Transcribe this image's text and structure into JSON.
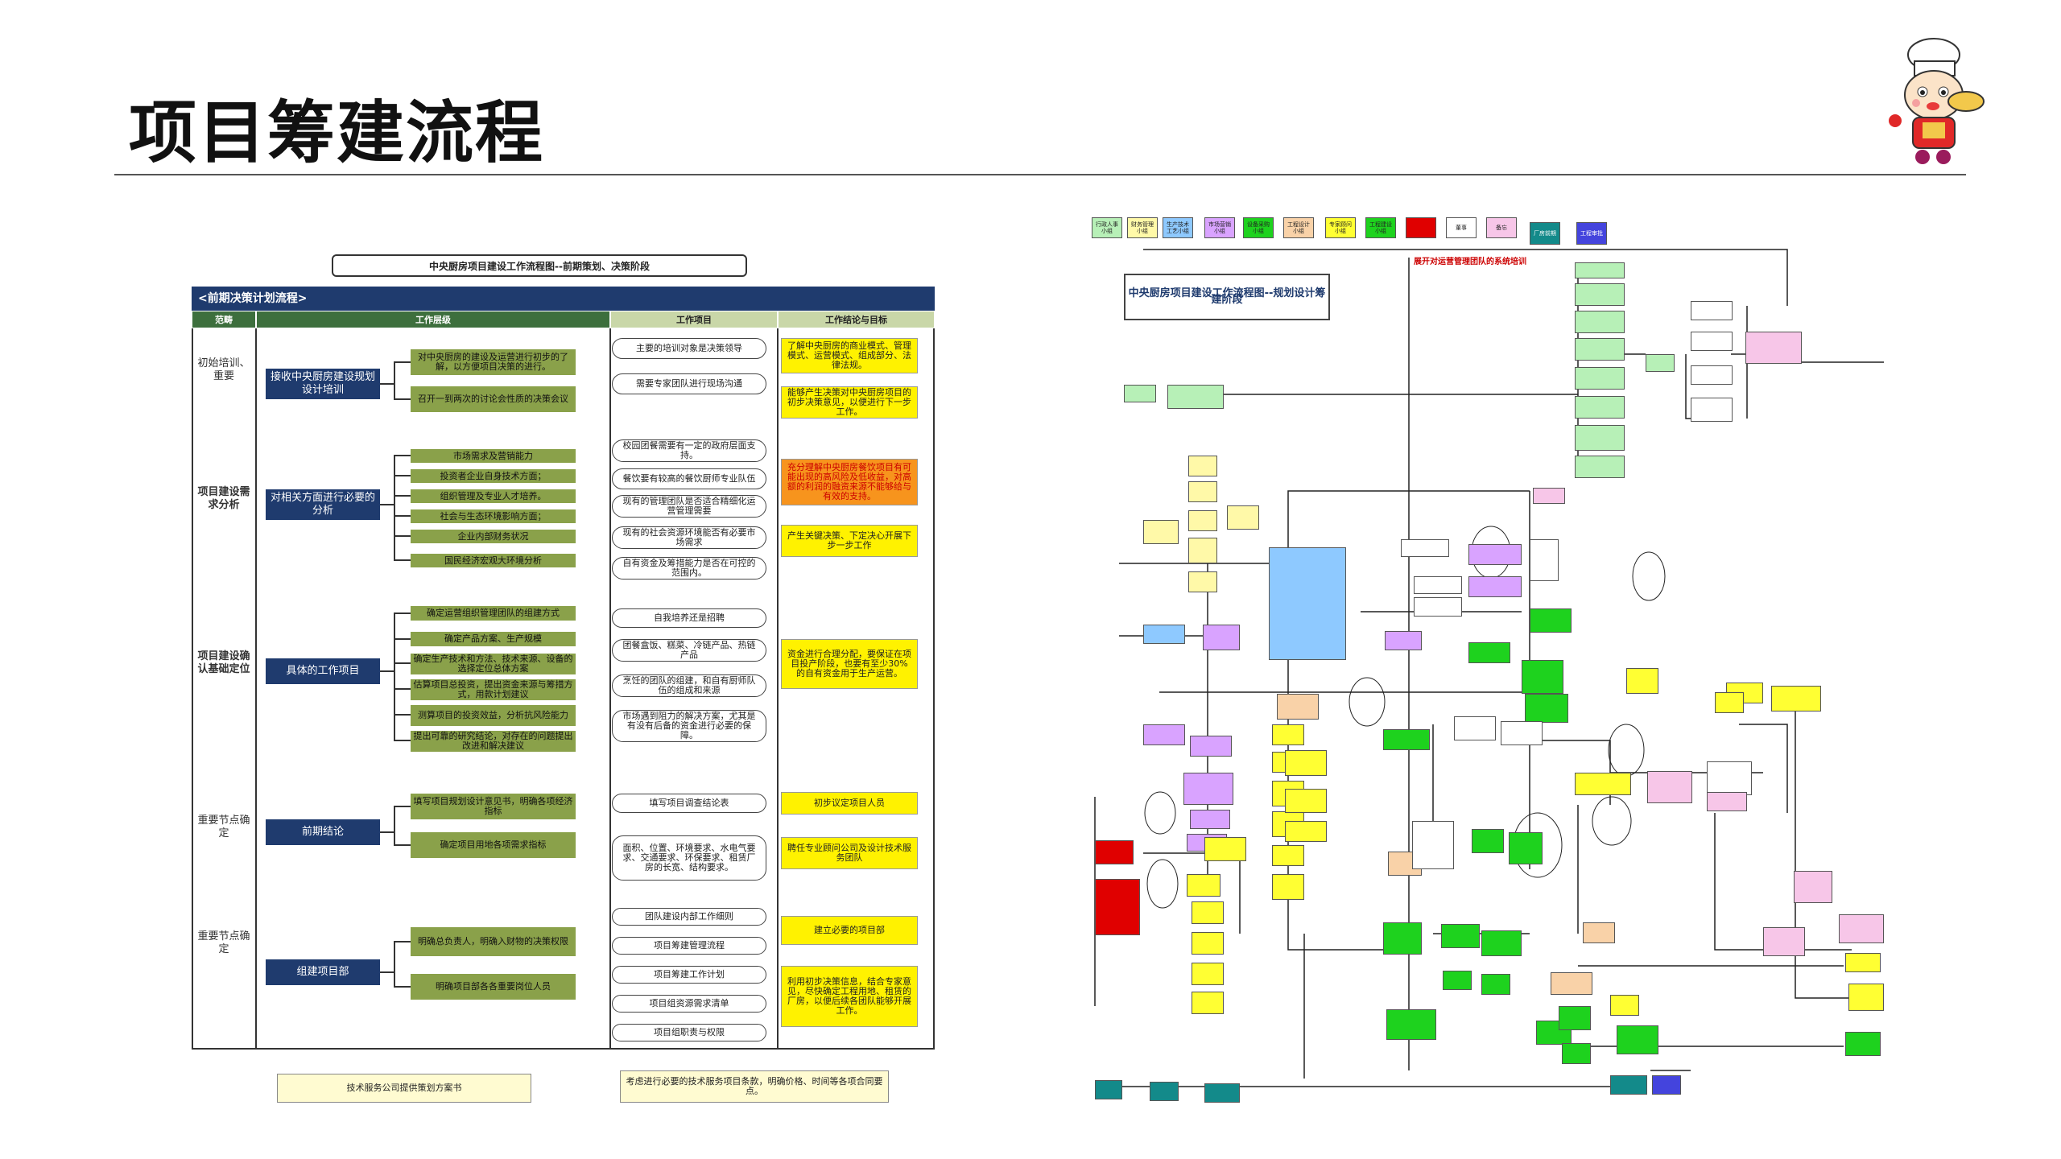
{
  "page": {
    "title": "项目筹建流程"
  },
  "left": {
    "title": "中央厨房项目建设工作流程图--前期策划、决策阶段",
    "section_bar": "<前期决策计划流程>",
    "headers": [
      "范畴",
      "工作层级",
      "工作项目",
      "工作结论与目标"
    ],
    "categories": [
      "初始培训、重要",
      "项目建设需求分析",
      "项目建设确认基础定位",
      "重要节点确定",
      "重要节点确定"
    ],
    "level1": [
      "接收中央厨房建设规划设计培训",
      "对相关方面进行必要的分析",
      "具体的工作项目",
      "前期结论",
      "组建项目部"
    ],
    "level2_block1": [
      "对中央厨房的建设及运营进行初步的了解，以方便项目决策的进行。",
      "召开一到两次的讨论会性质的决策会议"
    ],
    "level2_block2": [
      "市场需求及营销能力",
      "投资者企业自身技术方面；",
      "组织管理及专业人才培养。",
      "社会与生态环境影响方面；",
      "企业内部财务状况",
      "国民经济宏观大环境分析"
    ],
    "level2_block3": [
      "确定运营组织管理团队的组建方式",
      "确定产品方案、生产规模",
      "确定生产技术和方法、技术来源、设备的选择定位总体方案",
      "估算项目总投资，提出资金来源与筹措方式，用款计划建议",
      "测算项目的投资效益，分析抗风险能力",
      "提出可靠的研究结论，对存在的问题提出改进和解决建议"
    ],
    "level2_block4": [
      "填写项目规划设计意见书，明确各项经济指标",
      "确定项目用地各项需求指标"
    ],
    "level2_block5": [
      "明确总负责人，明确入财物的决策权限",
      "明确项目部各各重要岗位人员"
    ],
    "items_col3": [
      "主要的培训对象是决策领导",
      "需要专家团队进行现场沟通",
      "校园团餐需要有一定的政府层面支持。",
      "餐饮要有较高的餐饮厨师专业队伍",
      "现有的管理团队是否适合精细化运营管理需要",
      "现有的社会资源环境能否有必要市场需求",
      "自有资金及筹措能力是否在可控的范围内。",
      "自我培养还是招聘",
      "团餐盒饭、糕菜、冷链产品、热链产品",
      "烹饪的团队的组建，和自有厨师队伍的组成和来源",
      "市场遇到阻力的解决方案，尤其是有没有后备的资金进行必要的保障。",
      "填写项目调查结论表",
      "面积、位置、环境要求、水电气要求、交通要求、环保要求、租赁厂房的长宽、结构要求。",
      "团队建设内部工作细则",
      "项目筹建管理流程",
      "项目筹建工作计划",
      "项目组资源需求清单",
      "项目组职责与权限"
    ],
    "items_col4": [
      "了解中央厨房的商业模式、管理模式、运营模式、组成部分、法律法规。",
      "能够产生决策对中央厨房项目的初步决策意见，以便进行下一步工作。",
      "充分理解中央厨房餐饮项目有可能出现的高风险及低收益，对高额的利润的融资来源不能够给与有效的支持。",
      "产生关键决策、下定决心开展下步一步工作",
      "资金进行合理分配，要保证在项目投产阶段，也要有至少30%的自有资金用于生产运营。",
      "初步议定项目人员",
      "聘任专业顾问公司及设计技术服务团队",
      "建立必要的项目部",
      "利用初步决策信息，结合专家意见，尽快确定工程用地、租赁的厂房，以便后续各团队能够开展工作。"
    ],
    "bottom_notes": [
      "技术服务公司提供策划方案书",
      "考虑进行必要的技术服务项目条款，明确价格、时间等各项合同要点。"
    ]
  },
  "right": {
    "title": "中央厨房项目建设工作流程图--规划设计筹建阶段",
    "subtitle": "展开对运营管理团队的系统培训",
    "legend": [
      "行政人事小组",
      "财务管理小组",
      "生产技术工艺小组",
      "市场营销小组",
      "设备采购小组",
      "工程设计小组",
      "专家顾问小组",
      "工程建设小组",
      "",
      "董事",
      "备忘",
      "厂房前期",
      "工程审批"
    ],
    "legend_colors": [
      "#b7f0b7",
      "#fff9a8",
      "#8ec9ff",
      "#d9a3ff",
      "#1ed21e",
      "#f9d2a8",
      "#ffff33",
      "#1ed21e",
      "#e00000",
      "#ffffff",
      "#f7c6e8",
      "#138a8a",
      "#4444dd"
    ]
  },
  "colors": {
    "navy": "#1f3b6e",
    "green": "#8aa14a",
    "yellow": "#fff200",
    "orange": "#f7941d"
  }
}
